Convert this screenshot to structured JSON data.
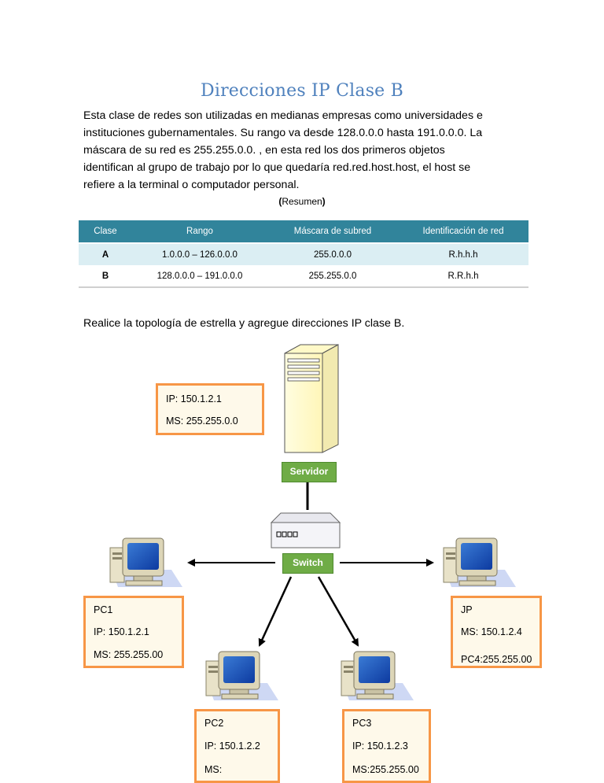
{
  "title": "Direcciones IP Clase B",
  "intro_lines": [
    "Esta clase de redes son utilizadas en medianas empresas como universidades e",
    "instituciones gubernamentales. Su rango va desde 128.0.0.0 hasta 191.0.0.0. La",
    "máscara de su red es 255.255.0.0. , en esta red los dos primeros objetos",
    "identifican al grupo de trabajo por lo que quedaría red.red.host.host, el host se",
    "refiere a la terminal o computador personal."
  ],
  "summary_label": {
    "open": "(",
    "text": "Resumen",
    "close": ")"
  },
  "table": {
    "headers": [
      "Clase",
      "Rango",
      "Máscara de subred",
      "Identificación de red"
    ],
    "rows": [
      [
        "A",
        "1.0.0.0 – 126.0.0.0",
        "255.0.0.0",
        "R.h.h.h"
      ],
      [
        "B",
        "128.0.0.0 – 191.0.0.0",
        "255.255.0.0",
        "R.R.h.h"
      ]
    ]
  },
  "instruction": "Realice la topología de estrella y agregue direcciones IP clase B.",
  "server_box": {
    "ip": "IP: 150.1.2.1",
    "ms": "MS: 255.255.0.0"
  },
  "server_label": "Servidor",
  "switch_label": "Switch",
  "pc1_box": {
    "name": "PC1",
    "ip": "IP: 150.1.2.1",
    "ms": "MS: 255.255.00"
  },
  "jp_box": {
    "name": "JP",
    "ms": "MS: 150.1.2.4",
    "pc4": "PC4:255.255.00"
  },
  "pc2_box": {
    "name": "PC2",
    "ip": "IP: 150.1.2.2",
    "ms": "MS:"
  },
  "pc3_box": {
    "name": "PC3",
    "ip": "IP: 150.1.2.3",
    "ms": "MS:255.255.00"
  },
  "icons": {
    "server": "server-tower-icon",
    "switch": "network-switch-icon",
    "pc": "desktop-computer-icon"
  },
  "colors": {
    "title": "#4f81bd",
    "table_header": "#31849b",
    "table_row_alt": "#dbeef3",
    "box_border": "#f79646",
    "box_fill": "#fef9ea",
    "tag_green": "#6fac46"
  }
}
